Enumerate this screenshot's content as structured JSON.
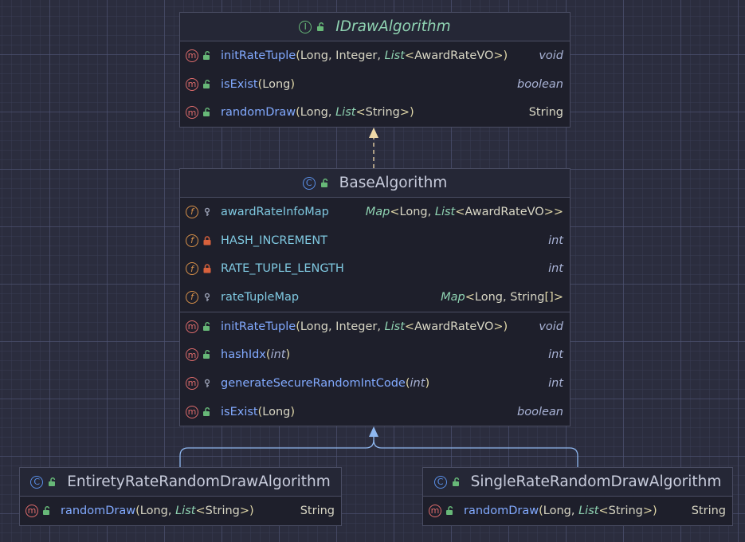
{
  "interface": {
    "name": "IDrawAlgorithm",
    "icon": "interface-icon",
    "methods": [
      {
        "name": "initRateTuple",
        "params": "(Long, Integer, List<AwardRateVO>)",
        "ret": "void"
      },
      {
        "name": "isExist",
        "params": "(Long)",
        "ret": "boolean"
      },
      {
        "name": "randomDraw",
        "params": "(Long, List<String>)",
        "ret": "String"
      }
    ]
  },
  "base": {
    "name": "BaseAlgorithm",
    "icon": "class-icon",
    "fields": [
      {
        "name": "awardRateInfoMap",
        "type": "Map<Long, List<AwardRateVO>>",
        "visibility": "package-private"
      },
      {
        "name": "HASH_INCREMENT",
        "type": "int",
        "visibility": "private"
      },
      {
        "name": "RATE_TUPLE_LENGTH",
        "type": "int",
        "visibility": "private"
      },
      {
        "name": "rateTupleMap",
        "type": "Map<Long, String[]>",
        "visibility": "package-private"
      }
    ],
    "methods": [
      {
        "name": "initRateTuple",
        "params": "(Long, Integer, List<AwardRateVO>)",
        "ret": "void",
        "visibility": "public"
      },
      {
        "name": "hashIdx",
        "params": "(int)",
        "ret": "int",
        "visibility": "public"
      },
      {
        "name": "generateSecureRandomIntCode",
        "params": "(int)",
        "ret": "int",
        "visibility": "package-private"
      },
      {
        "name": "isExist",
        "params": "(Long)",
        "ret": "boolean",
        "visibility": "public"
      }
    ]
  },
  "sub1": {
    "name": "EntiretyRateRandomDrawAlgorithm",
    "icon": "class-icon",
    "methods": [
      {
        "name": "randomDraw",
        "params": "(Long, List<String>)",
        "ret": "String"
      }
    ]
  },
  "sub2": {
    "name": "SingleRateRandomDrawAlgorithm",
    "icon": "class-icon",
    "methods": [
      {
        "name": "randomDraw",
        "params": "(Long, List<String>)",
        "ret": "String"
      }
    ]
  },
  "colors": {
    "background": "#2b2d3e",
    "box": "#1e1f2b",
    "method_icon": "#e06c6c",
    "field_icon": "#d8914a",
    "class_icon": "#5a8fe6",
    "interface_icon": "#67b878",
    "implements_arrow": "#f0d9a8",
    "extends_arrow": "#8fb8f0"
  }
}
